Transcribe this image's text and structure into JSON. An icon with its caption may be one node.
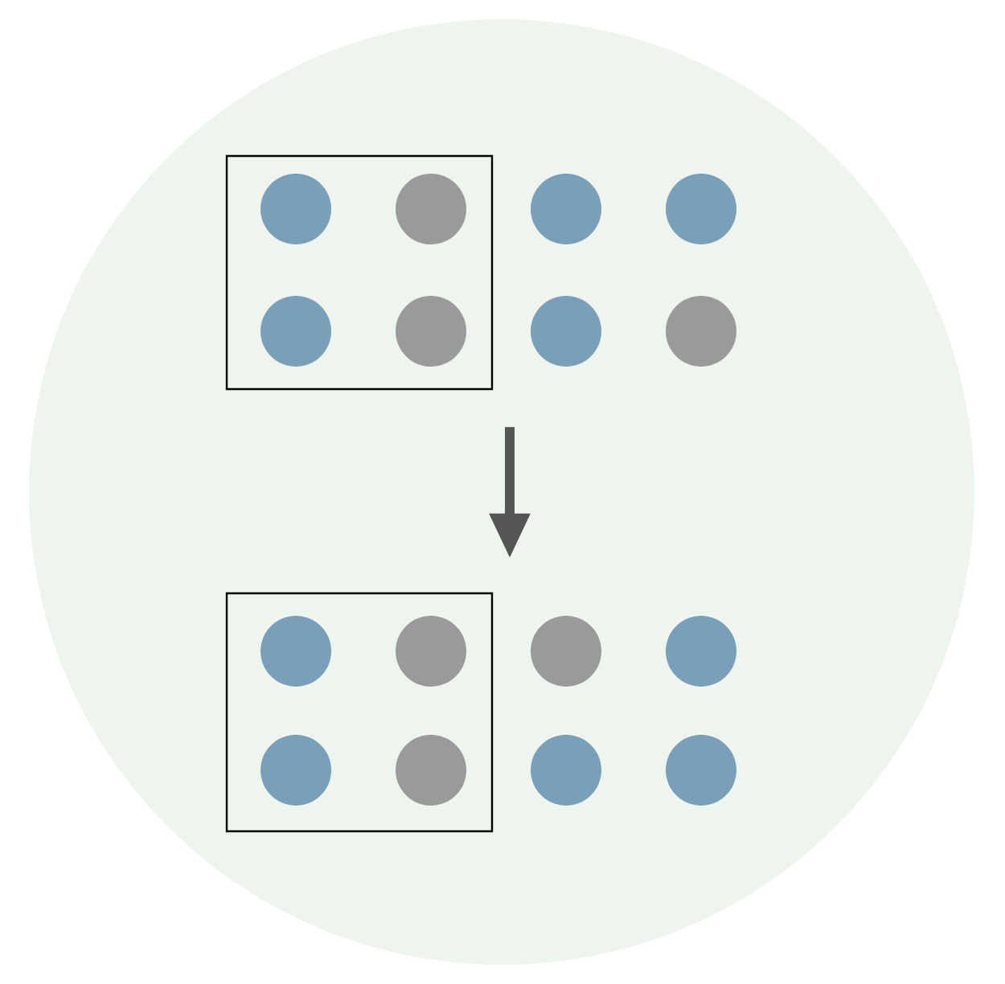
{
  "diagram": {
    "nodes": [
      {
        "text": [],
        "shape": "box"
      },
      {
        "text": [],
        "shape": "circle",
        "in": 0
      },
      {
        "text": [],
        "shape": "circle",
        "in": 0
      },
      {
        "text": [],
        "shape": "circle",
        "in": 0
      },
      {
        "text": [],
        "shape": "circle",
        "in": 0
      },
      {
        "text": [],
        "shape": "circle"
      },
      {
        "text": [],
        "shape": "circle"
      },
      {
        "text": [],
        "shape": "circle"
      },
      {
        "text": [],
        "shape": "circle"
      },
      {
        "text": [],
        "shape": "box"
      },
      {
        "text": [],
        "shape": "circle",
        "in": 9
      },
      {
        "text": [],
        "shape": "circle",
        "in": 9
      },
      {
        "text": [],
        "shape": "circle",
        "in": 9
      },
      {
        "text": [],
        "shape": "circle",
        "in": 9
      },
      {
        "text": [],
        "shape": "circle"
      },
      {
        "text": [],
        "shape": "circle"
      },
      {
        "text": [],
        "shape": "circle"
      },
      {
        "text": [],
        "shape": "circle"
      }
    ],
    "edges": [
      {
        "from": 0,
        "to": 9,
        "arrow": "to"
      }
    ]
  }
}
